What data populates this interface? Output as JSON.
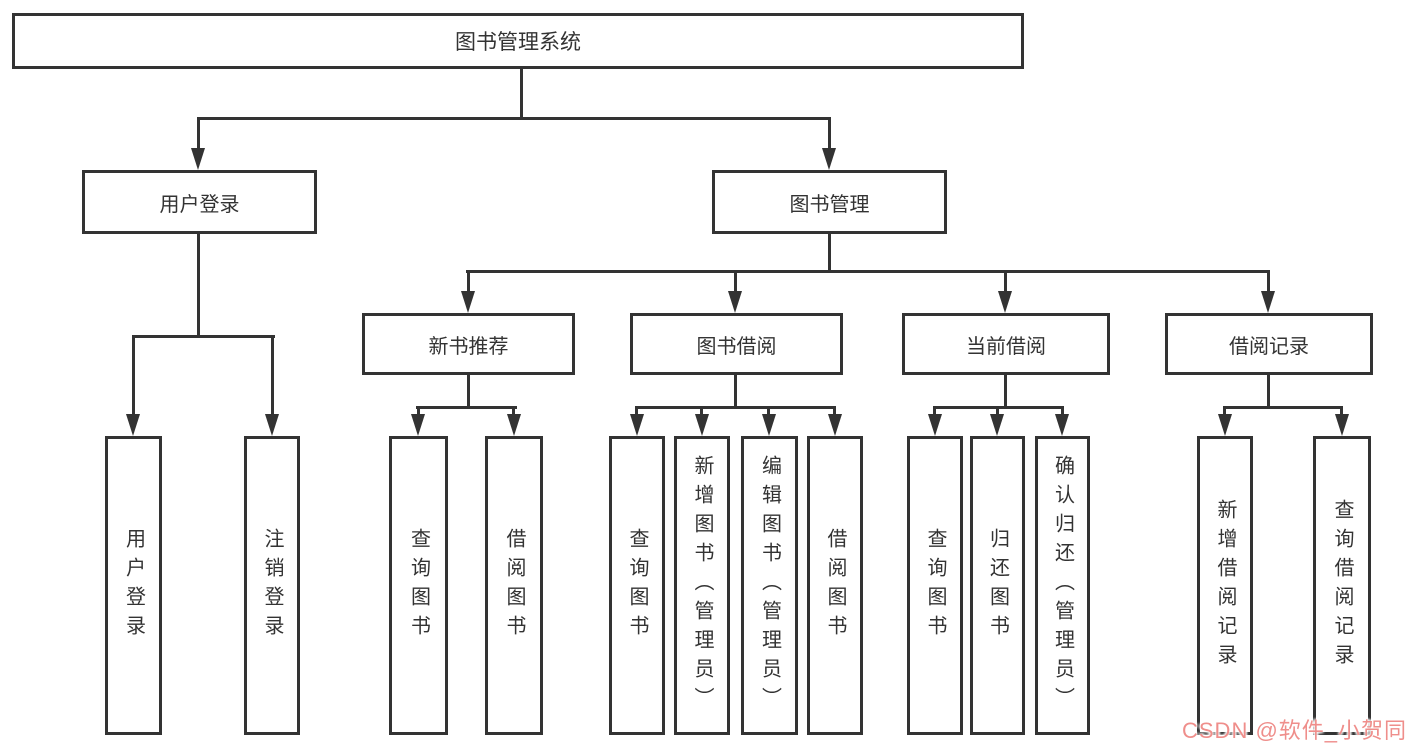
{
  "diagram": {
    "root": {
      "label": "图书管理系统",
      "children": [
        {
          "label": "用户登录",
          "children": [
            {
              "label": "用户登录"
            },
            {
              "label": "注销登录"
            }
          ]
        },
        {
          "label": "图书管理",
          "children": [
            {
              "label": "新书推荐",
              "children": [
                {
                  "label": "查询图书"
                },
                {
                  "label": "借阅图书"
                }
              ]
            },
            {
              "label": "图书借阅",
              "children": [
                {
                  "label": "查询图书"
                },
                {
                  "label": "新增图书（管理员）"
                },
                {
                  "label": "编辑图书（管理员）"
                },
                {
                  "label": "借阅图书"
                }
              ]
            },
            {
              "label": "当前借阅",
              "children": [
                {
                  "label": "查询图书"
                },
                {
                  "label": "归还图书"
                },
                {
                  "label": "确认归还（管理员）"
                }
              ]
            },
            {
              "label": "借阅记录",
              "children": [
                {
                  "label": "新增借阅记录"
                },
                {
                  "label": "查询借阅记录"
                }
              ]
            }
          ]
        }
      ]
    }
  },
  "colors": {
    "line": "#333333",
    "background": "#ffffff",
    "watermark": "#ef8e8b"
  },
  "watermark": {
    "text": "CSDN @软件_小贺同学"
  }
}
